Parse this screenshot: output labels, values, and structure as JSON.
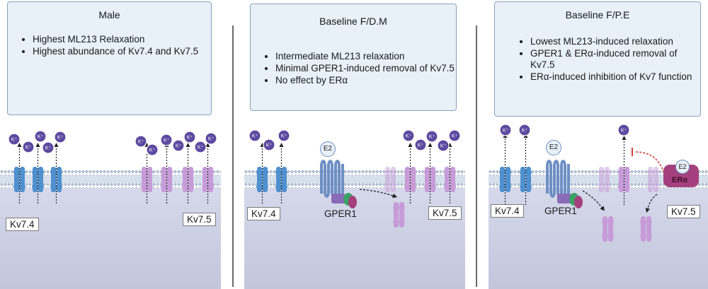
{
  "panels": [
    {
      "title": "Male",
      "bullets": [
        "Highest ML213 Relaxation",
        "Highest abundance of Kv7.4 and Kv7.5"
      ],
      "labels": {
        "kv74": "Kv7.4",
        "kv75": "Kv7.5"
      }
    },
    {
      "title": "Baseline F/D.M",
      "bullets": [
        "Intermediate ML213 relaxation",
        "Minimal GPER1-induced removal of Kv7.5",
        "No effect by ERα"
      ],
      "labels": {
        "kv74": "Kv7.4",
        "gper1": "GPER1",
        "kv75": "Kv7.5"
      }
    },
    {
      "title": "Baseline F/P.E",
      "bullets": [
        "Lowest ML213-induced relaxation",
        "GPER1 & ERα-induced removal of Kv7.5",
        "ERα-induced inhibition of Kv7 function"
      ],
      "labels": {
        "kv74": "Kv7.4",
        "gper1": "GPER1",
        "kv75": "Kv7.5",
        "era": "ERα"
      }
    }
  ],
  "ion_label": "K⁺",
  "ligand_label": "E2",
  "colors": {
    "kv74_channel": "#4f90cf",
    "kv75_channel": "#c79bd8",
    "gper1": "#6e8fc4",
    "era": "#a5407e",
    "ion": "#5b4aa0",
    "box_fill": "#e8f0f8",
    "cytoplasm": "#c7cbe0",
    "inhibition": "#d6403a"
  }
}
